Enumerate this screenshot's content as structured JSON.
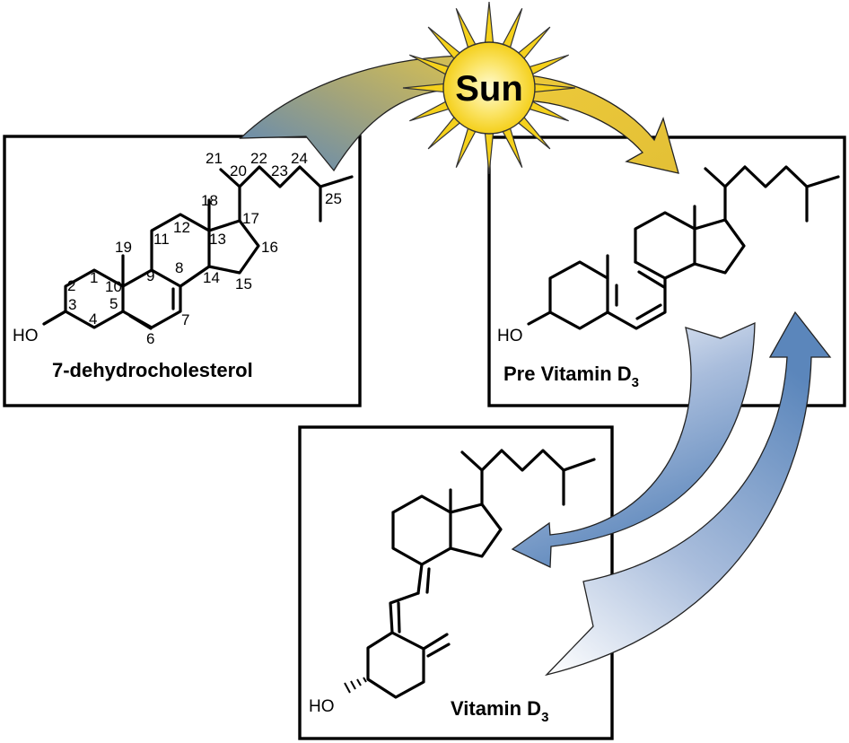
{
  "diagram": {
    "title": "Vitamin D3 synthesis pathway",
    "sun": {
      "label": "Sun",
      "color": "#f5d11c"
    },
    "colors": {
      "blue_arrow": "#5b86b8",
      "gold_arrow": "#e6c43a",
      "box_border": "#000000"
    },
    "molecules": [
      {
        "id": "7-dehydrocholesterol",
        "label": "7-dehydrocholesterol",
        "hydroxyl": "HO",
        "carbon_numbers": [
          "1",
          "2",
          "3",
          "4",
          "5",
          "6",
          "7",
          "8",
          "9",
          "10",
          "11",
          "12",
          "13",
          "14",
          "15",
          "16",
          "17",
          "18",
          "19",
          "20",
          "21",
          "22",
          "23",
          "24",
          "25"
        ]
      },
      {
        "id": "pre-vitamin-d3",
        "label_main": "Pre Vitamin D",
        "label_sub": "3",
        "hydroxyl": "HO"
      },
      {
        "id": "vitamin-d3",
        "label_main": "Vitamin D",
        "label_sub": "3",
        "hydroxyl": "HO"
      }
    ],
    "arrows": [
      {
        "from": "7-dehydrocholesterol",
        "to": "sun",
        "style": "gradient blue→gold"
      },
      {
        "from": "sun",
        "to": "pre-vitamin-d3",
        "style": "gold"
      },
      {
        "from": "pre-vitamin-d3",
        "to": "vitamin-d3",
        "style": "blue gradient"
      },
      {
        "from": "vitamin-d3",
        "to": "pre-vitamin-d3",
        "style": "blue gradient"
      }
    ]
  }
}
